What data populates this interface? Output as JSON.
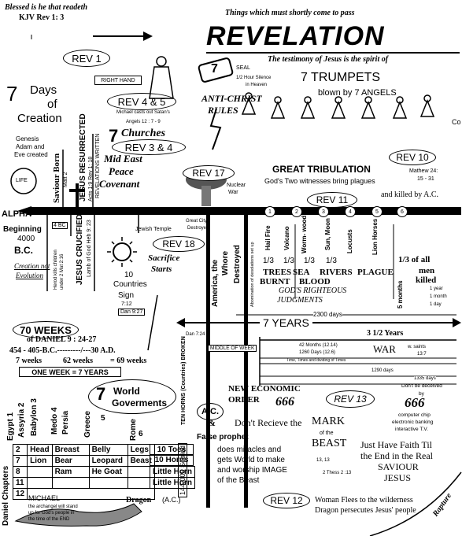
{
  "header": {
    "blessed": "Blessed is he that readeth",
    "kjv": "KJV Rev 1: 3",
    "things": "Things which must shortly come to pass",
    "title": "REVELATION",
    "testimony": "The testimony of Jesus is the spirit of"
  },
  "left": {
    "seven": "7",
    "days": "Days",
    "of": "of",
    "creation": "Creation",
    "genesis": "Genesis",
    "adam": "Adam and",
    "eve": "Eve created",
    "life": "LIFE",
    "saviour_born": "Saviour Born",
    "matt": "Matt 2",
    "jesus_res": "JESUS RESURRECTED",
    "res_refs": "Acts 1:9  Rev 1: 18",
    "rev_written": "REVELATIONS WRITTEN",
    "alpha": "ALPHA",
    "beginning": "Beginning",
    "bc4000": "4000",
    "bc": "B.C.",
    "creation_not": "Creation not",
    "evolution": "Evolution",
    "bc4": "4 BC",
    "herod": "Herod kills children",
    "herod2": "under 2  Mat 2:16",
    "crucified": "JESUS CRUCIFIED",
    "lamb": "Lamb of God Heb 9: 23"
  },
  "rev": {
    "rev1": "REV 1",
    "right_hand": "RIGHT HAND",
    "rev45": "REV 4 & 5",
    "michael": "Michael casts out Satan's",
    "angels": "Angels  12 : 7 - 9",
    "seven_churches_num": "7",
    "churches": "Churches",
    "rev34": "REV 3 & 4",
    "mideast1": "Mid East",
    "mideast2": "Peace",
    "mideast3": "Covenant",
    "seal_num": "7",
    "seal": "SEAL",
    "silence1": "1/2 Hour Silence",
    "silence2": "in Heaven",
    "anti1": "ANTI-CHRIST",
    "anti2": "RULES",
    "rev17": "REV 17",
    "nuclear": "Nuclear",
    "war": "War",
    "trumpets": "7  TRUMPETS",
    "blown": "blown by 7 ANGELS",
    "co": "Co",
    "rev10": "REV 10",
    "great_trib": "GREAT TRIBULATION",
    "witnesses": "God's Two witnesses bring plagues",
    "matthew": "Mathew 24:",
    "matthew2": "15 - 31",
    "rev11": "REV 11",
    "killed": "and killed by  A.C.",
    "great_city": "Great City",
    "destroyed_city": "Destroyed",
    "jewish_temple": "Jewish Temple",
    "rev18": "REV 18",
    "sacrifice1": "Sacrifice",
    "sacrifice2": "Starts",
    "ten": "10",
    "countries": "Countries",
    "sign": "Sign",
    "d712": "7:12",
    "dan927": "Dan 9:27",
    "america": "America, the",
    "whore": "Whore",
    "destroyed": "Destroyed"
  },
  "plagues": {
    "hail": "Hail Fire",
    "volcano": "Volcano",
    "worm": "Worm- wood",
    "sun": "Sun, Moon",
    "locusts": "Locusts",
    "lion": "Lion Horses",
    "third1": "1/3",
    "third2": "1/3",
    "third3": "1/3",
    "third4": "1/3",
    "third5": "1/3 of all",
    "trees": "TREES",
    "sea": "SEA",
    "rivers": "RIVERS",
    "burnt": "BURNT",
    "blood": "BLOOD",
    "plague": "PLAGUE",
    "men": "men",
    "killed": "killed",
    "gods": "GOD'S RIGHTEOUS",
    "judgments": "JUDGMENTS",
    "abomination": "Abomination of desolations set up",
    "months5": "5 months",
    "year": "1 year",
    "month": "1 month",
    "day": "1 day",
    "days2300": "2300  days",
    "dan724": "Dan 7:24",
    "seven_years": "7  YEARS",
    "three_half": "3 1/2 Years",
    "middle": "MIDDLE OF WEEK",
    "months42": "42 Months (12.14)",
    "days1260": "1260 Days (12.6)",
    "times": "Time, Times and dividing of Times",
    "war": "WAR",
    "saints": "w. saints",
    "saints_ref": "13:7",
    "days1290": "1290 days",
    "days1335": "1335 days"
  },
  "weeks": {
    "seventy": "70 WEEKS",
    "of_daniel": "of DANIEL  9 : 24-27",
    "dates": "454 - 405-B.C.---------/---30 A.D.",
    "w7": "7 weeks",
    "w62": "62 weeks",
    "w69": "= 69 weeks",
    "one_week": "ONE WEEK = 7 YEARS"
  },
  "govs": {
    "seven": "7",
    "world": "World",
    "goverments": "Goverments",
    "egypt": "Egypt  1",
    "assyria": "Assyria  2",
    "babylon": "Babylon  3",
    "medo": "Medo  4",
    "persia": "Persia",
    "greece": "Greece",
    "g5": "5",
    "rome": "Rome",
    "g6": "6",
    "ten_horns": "TEN HORNS (Countries) BROKEN",
    "ac": "A.C.",
    "amp": "&",
    "false_prophet": "False prophet",
    "does1": "does miracles and",
    "does2": "gets World to make",
    "does3": "and worship IMAGE",
    "does4": "of the Beast",
    "sealed": "144,000 Sealed"
  },
  "daniel": {
    "label": "Daniel  Chapters",
    "rows": [
      [
        "2",
        "Head",
        "Breast",
        "Belly",
        "Legs"
      ],
      [
        "7",
        "Lion",
        "Bear",
        "Leopard",
        "Beast"
      ],
      [
        "8",
        "",
        "Ram",
        "He Goat",
        ""
      ],
      [
        "11",
        "",
        "",
        "",
        ""
      ],
      [
        "12",
        "",
        "",
        "",
        ""
      ]
    ],
    "toes": "10 Toes",
    "horns": "10 Horns",
    "little1": "Little Horn",
    "little2": "Little Horn",
    "michael": "MICHAEL",
    "stand1": "the archangel will stand",
    "stand2": "up for God's people in",
    "stand3": "the time of the END",
    "dragon": "Dragon",
    "dragon_ac": "(A.C.)"
  },
  "bottom": {
    "new_econ1": "NEW ECONOMIC",
    "new_econ2": "ORDER",
    "n666a": "666",
    "rev13": "REV 13",
    "deceived": "Don't be deceived",
    "by": "by",
    "n666b": "666",
    "chip1": "computer chip",
    "chip2": "electronic banking",
    "chip3": "interactive T.V.",
    "dont": "Don't Recieve the",
    "mark": "MARK",
    "of_the": "of the",
    "beast": "BEAST",
    "ref1": "13, 13",
    "ref2": "2 Thess 2 :13",
    "faith1": "Just Have Faith Til",
    "faith2": "the End in the Real",
    "faith3": "SAVIOUR",
    "faith4": "JESUS",
    "rev12": "REV 12",
    "woman1": "Woman Flees to the wilderness",
    "woman2": "Dragon persecutes Jesus' people",
    "rapture": "Rapture"
  },
  "circles": [
    "1",
    "2",
    "3",
    "4",
    "5",
    "6"
  ]
}
